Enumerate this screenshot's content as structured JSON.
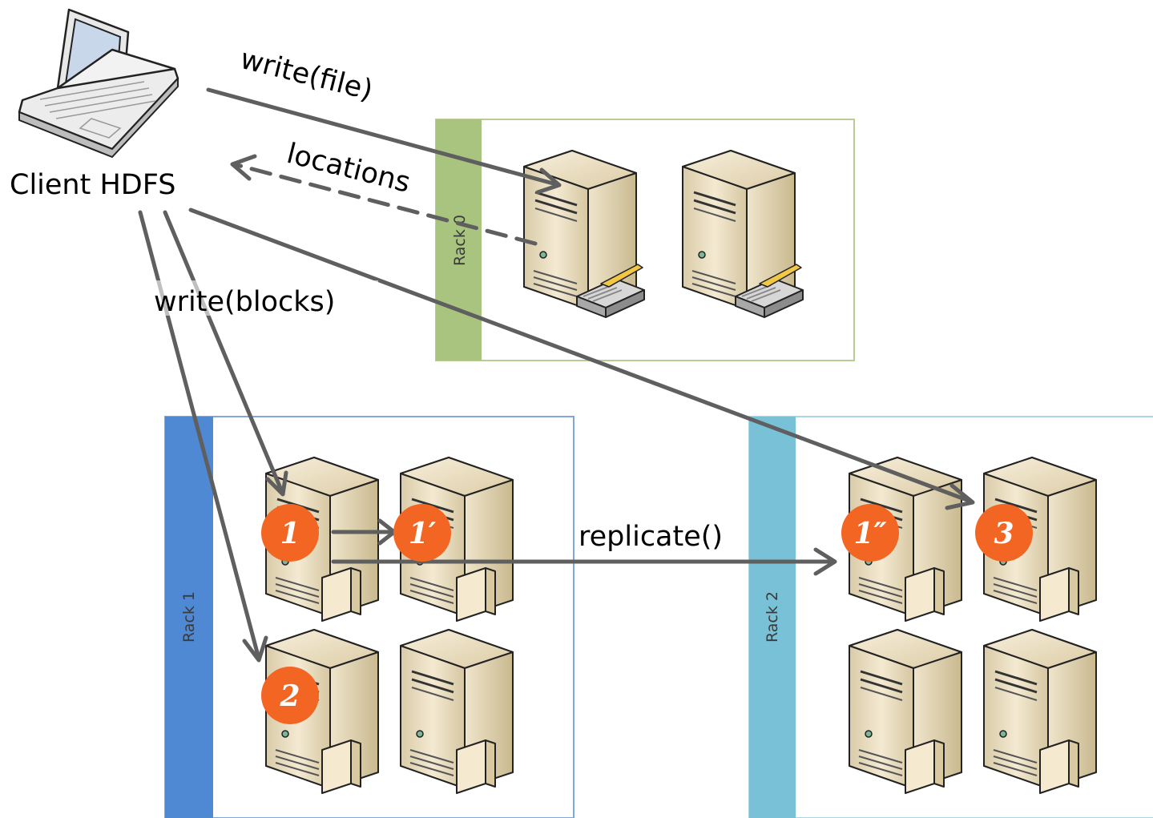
{
  "client": {
    "label": "Client HDFS"
  },
  "messages": {
    "write_file": "write(file)",
    "locations": "locations",
    "write_blocks": "write(blocks)",
    "replicate": "replicate()"
  },
  "racks": [
    {
      "label": "Rack 0",
      "color": "#a9c47f"
    },
    {
      "label": "Rack 1",
      "color": "#4f88d3"
    },
    {
      "label": "Rack 2",
      "color": "#78c1d6"
    }
  ],
  "blocks": [
    {
      "label": "1"
    },
    {
      "label": "1′"
    },
    {
      "label": "1″"
    },
    {
      "label": "2"
    },
    {
      "label": "3"
    }
  ],
  "colors": {
    "arrow": "#5f5f5f",
    "badge": "#f26522",
    "server": "#e6d8b8"
  }
}
